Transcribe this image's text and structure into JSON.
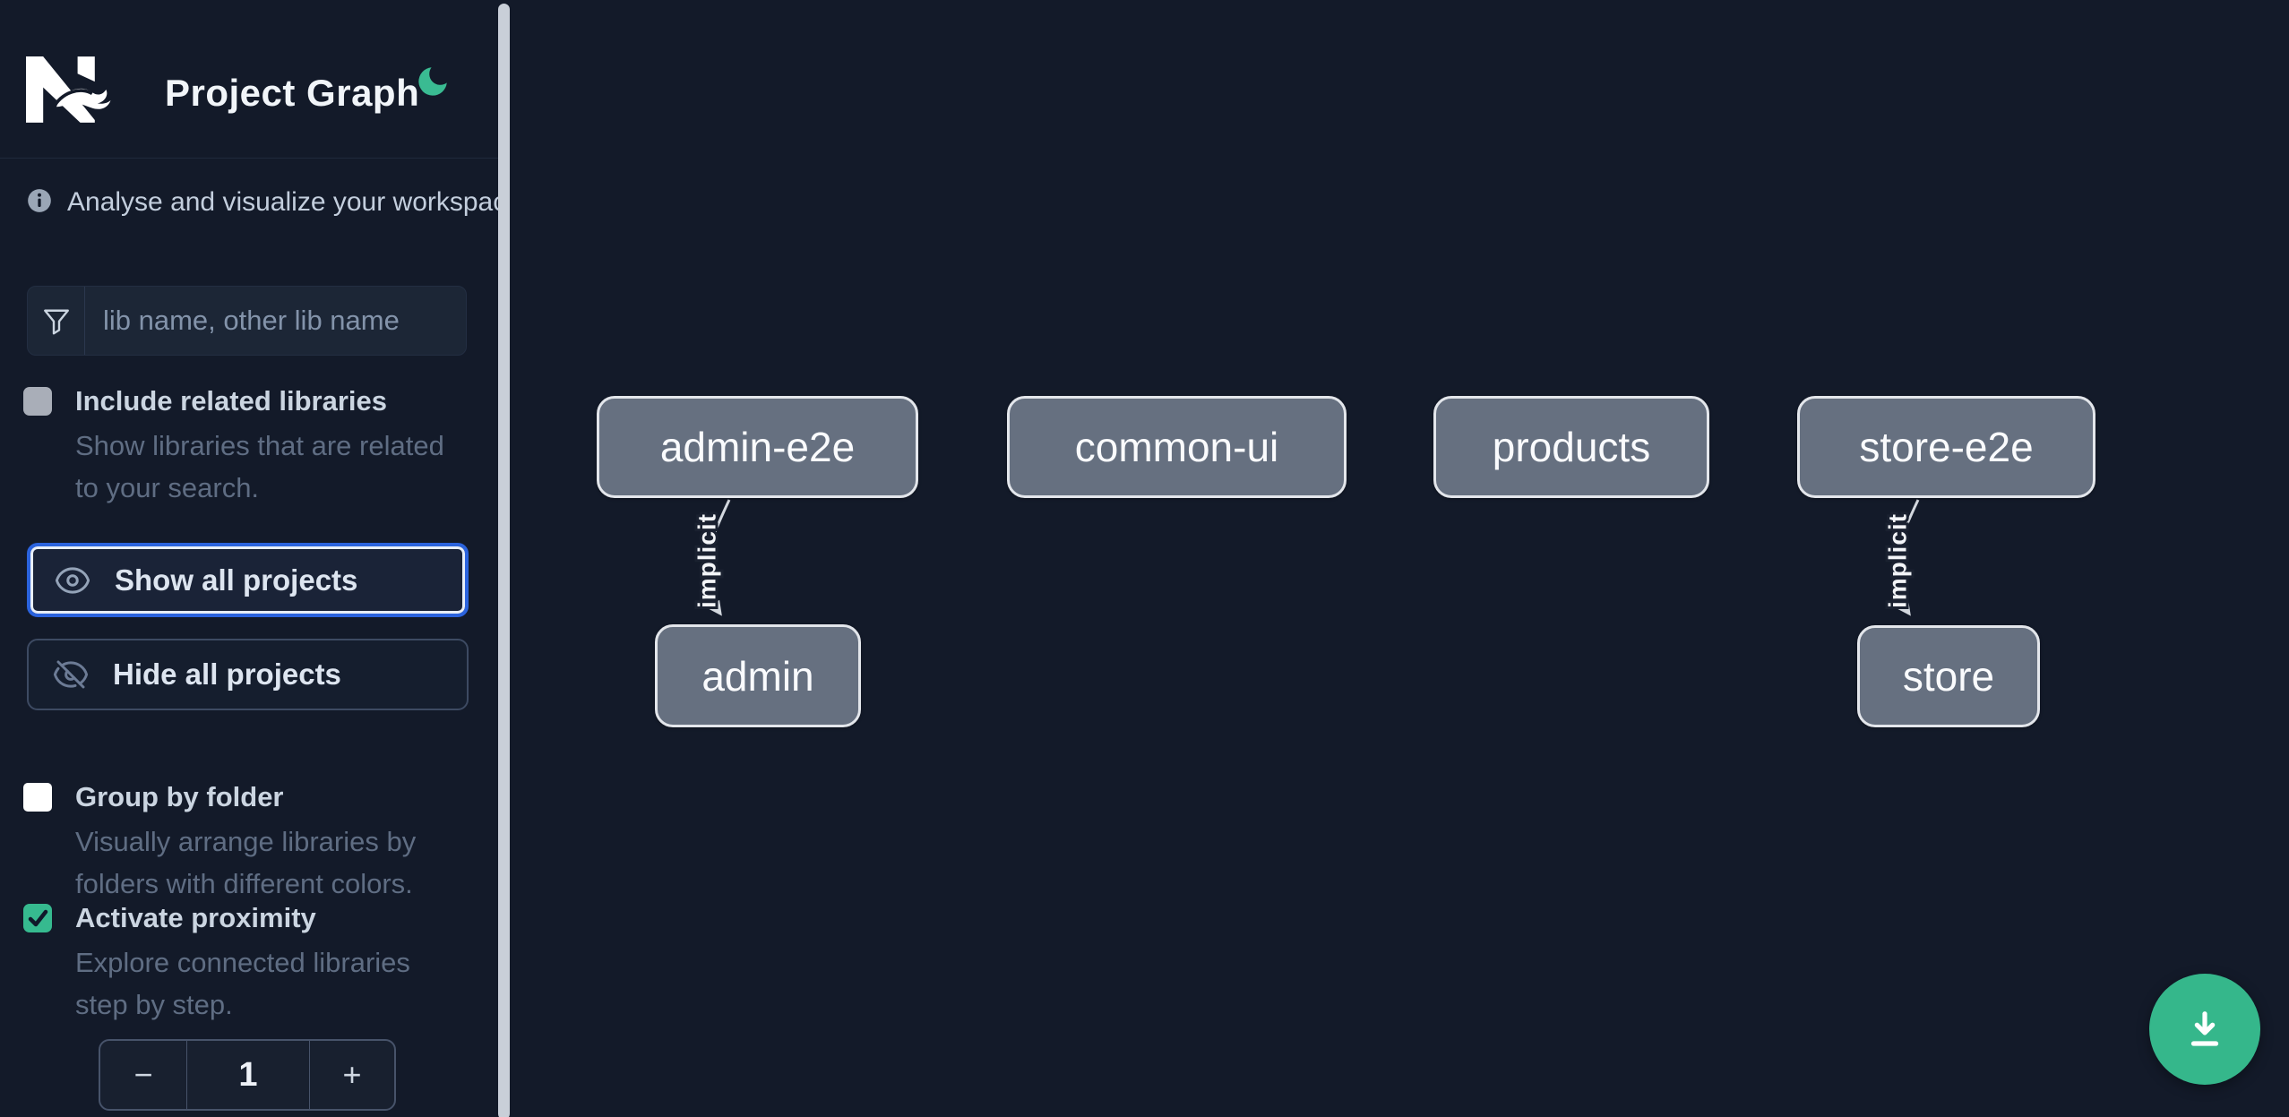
{
  "header": {
    "title": "Project Graph",
    "logo": "nx-logo",
    "theme_icon": "moon-icon"
  },
  "sidebar": {
    "info_text": "Analyse and visualize your workspace.",
    "filter": {
      "placeholder": "lib name, other lib name",
      "icon": "funnel-icon"
    },
    "checkboxes": [
      {
        "id": "include-related-libraries",
        "label": "Include related libraries",
        "description": "Show libraries that are related to your search.",
        "checked": false
      },
      {
        "id": "group-by-folder",
        "label": "Group by folder",
        "description": "Visually arrange libraries by folders with different colors.",
        "checked": false
      },
      {
        "id": "activate-proximity",
        "label": "Activate proximity",
        "description": "Explore connected libraries step by step.",
        "checked": true
      }
    ],
    "buttons": [
      {
        "id": "show-all-projects",
        "label": "Show all projects",
        "icon": "eye-icon",
        "focused": true
      },
      {
        "id": "hide-all-projects",
        "label": "Hide all projects",
        "icon": "eye-slash-icon",
        "focused": false
      }
    ],
    "stepper": {
      "decrement": "−",
      "value": "1",
      "increment": "+"
    }
  },
  "graph": {
    "nodes": [
      {
        "id": "admin-e2e",
        "label": "admin-e2e"
      },
      {
        "id": "common-ui",
        "label": "common-ui"
      },
      {
        "id": "products",
        "label": "products"
      },
      {
        "id": "store-e2e",
        "label": "store-e2e"
      },
      {
        "id": "admin",
        "label": "admin"
      },
      {
        "id": "store",
        "label": "store"
      }
    ],
    "edges": [
      {
        "from": "admin-e2e",
        "to": "admin",
        "label": "implicit"
      },
      {
        "from": "store-e2e",
        "to": "store",
        "label": "implicit"
      }
    ]
  },
  "fab": {
    "icon": "download-icon"
  },
  "colors": {
    "background": "#131a29",
    "accent_green": "#35b78b",
    "moon_green": "#3abb92",
    "focus_blue": "#2b63dd",
    "node_fill": "#667080",
    "node_border": "#e3e6eb",
    "edge": "#d2d7de",
    "checkbox_checked": "#36ba8f"
  }
}
